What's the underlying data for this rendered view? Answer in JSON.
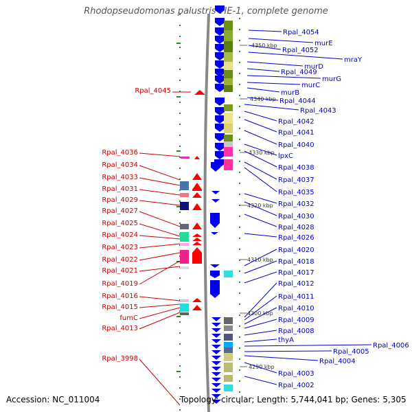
{
  "title": "Rhodopseudomonas palustris TIE-1, complete genome",
  "footer": {
    "accession": "Accession: NC_011004",
    "summary": "Topology: circular; Length: 5,744,041 bp; Genes: 5,305"
  },
  "colors": {
    "left_label": "#cc0000",
    "right_label": "#0000cc",
    "forward_gene": "#ff0000",
    "reverse_gene": "#0000ee",
    "backbone": "#888888",
    "scale_tick": "#228822"
  },
  "scale_ticks": [
    "4350 kbp",
    "4340 kbp",
    "4330 kbp",
    "4320 kbp",
    "4310 kbp",
    "4300 kbp",
    "4290 kbp"
  ],
  "left_labels": [
    "Rpal_4045",
    "Rpal_4036",
    "Rpal_4034",
    "Rpal_4033",
    "Rpal_4031",
    "Rpal_4029",
    "Rpal_4027",
    "Rpal_4025",
    "Rpal_4024",
    "Rpal_4023",
    "Rpal_4022",
    "Rpal_4021",
    "Rpal_4019",
    "Rpal_4016",
    "Rpal_4015",
    "fumC",
    "Rpal_4013",
    "Rpal_3998"
  ],
  "right_labels": [
    "Rpal_4054",
    "murE",
    "Rpal_4052",
    "mraY",
    "murD",
    "Rpal_4049",
    "murG",
    "murC",
    "murB",
    "Rpal_4044",
    "Rpal_4043",
    "Rpal_4042",
    "Rpal_4041",
    "Rpal_4040",
    "lpxC",
    "Rpal_4038",
    "Rpal_4037",
    "Rpal_4035",
    "Rpal_4032",
    "Rpal_4030",
    "Rpal_4028",
    "Rpal_4026",
    "Rpal_4020",
    "Rpal_4018",
    "Rpal_4017",
    "Rpal_4012",
    "Rpal_4011",
    "Rpal_4010",
    "Rpal_4009",
    "Rpal_4008",
    "thyA",
    "Rpal_4006",
    "Rpal_4005",
    "Rpal_4004",
    "Rpal_4003",
    "Rpal_4002"
  ]
}
